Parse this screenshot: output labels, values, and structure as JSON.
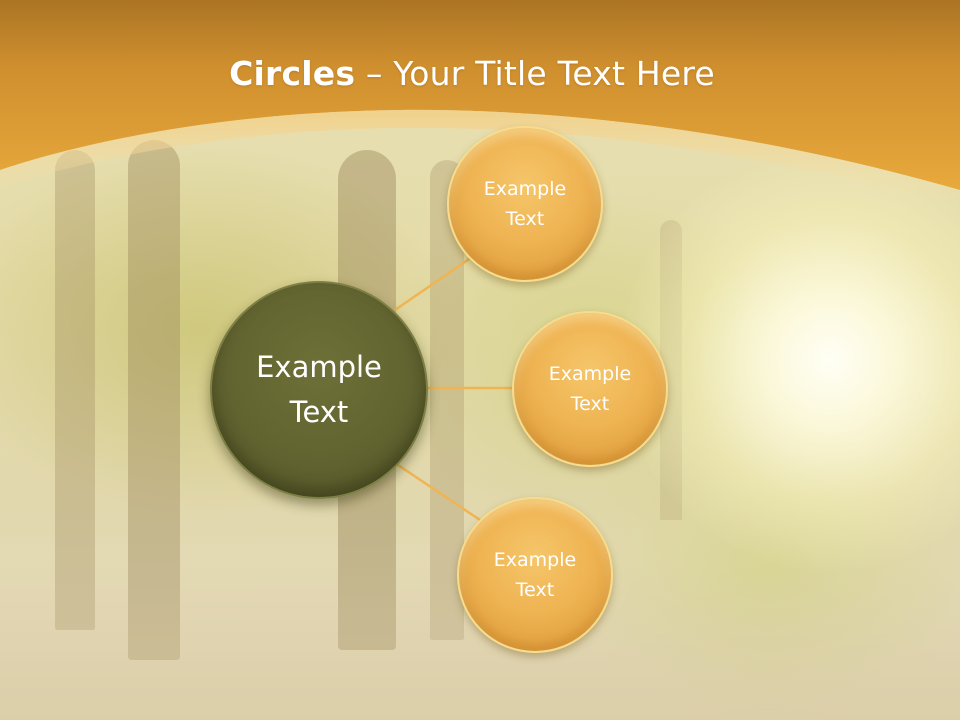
{
  "slide": {
    "title_bold": "Circles",
    "title_rest": " – Your Title Text Here"
  },
  "diagram": {
    "center": {
      "line1": "Example",
      "line2": "Text"
    },
    "nodes": [
      {
        "line1": "Example",
        "line2": "Text"
      },
      {
        "line1": "Example",
        "line2": "Text"
      },
      {
        "line1": "Example",
        "line2": "Text"
      }
    ]
  },
  "colors": {
    "header_orange": "#e0a236",
    "node_gold": "#efb453",
    "center_olive": "#636531",
    "connector": "#f0b452"
  }
}
